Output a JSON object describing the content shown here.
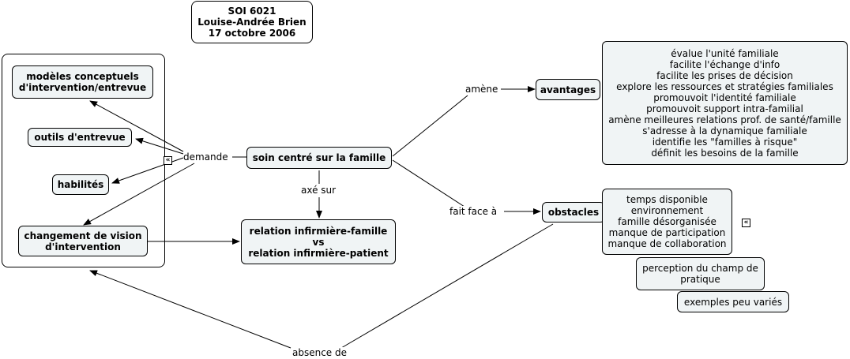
{
  "title": {
    "lines": [
      "SOI 6021",
      "Louise-Andrée Brien",
      "17 octobre 2006"
    ]
  },
  "nodes": {
    "modeles": "modèles conceptuels\nd'intervention/entrevue",
    "outils": "outils d'entrevue",
    "habilites": "habilités",
    "changement": "changement de vision\nd'intervention",
    "soin": "soin centré sur la famille",
    "relation": "relation infirmière-famille\nvs\nrelation infirmière-patient",
    "avantages": "avantages",
    "obstacles": "obstacles",
    "perception": "perception du champ de\npratique",
    "exemples": "exemples peu variés"
  },
  "avantages_list": [
    "évalue l'unité familiale",
    "facilite l'échange d'info",
    "facilite les prises de décision",
    "explore les ressources et stratégies familiales",
    "promouvoit l'identité familiale",
    "promouvoit support intra-familial",
    "amène meilleures relations prof. de santé/famille",
    "s'adresse à la dynamique familiale",
    "identifie les \"familles à risque\"",
    "définit les besoins de la famille"
  ],
  "obstacles_list": [
    "temps disponible",
    "environnement",
    "famille désorganisée",
    "manque de participation",
    "manque de collaboration"
  ],
  "link_labels": {
    "demande": "demande",
    "axe_sur": "axé sur",
    "amene": "amène",
    "fait_face": "fait face à",
    "absence": "absence de"
  },
  "icons": {
    "expand": "collapse-arrows-icon"
  }
}
